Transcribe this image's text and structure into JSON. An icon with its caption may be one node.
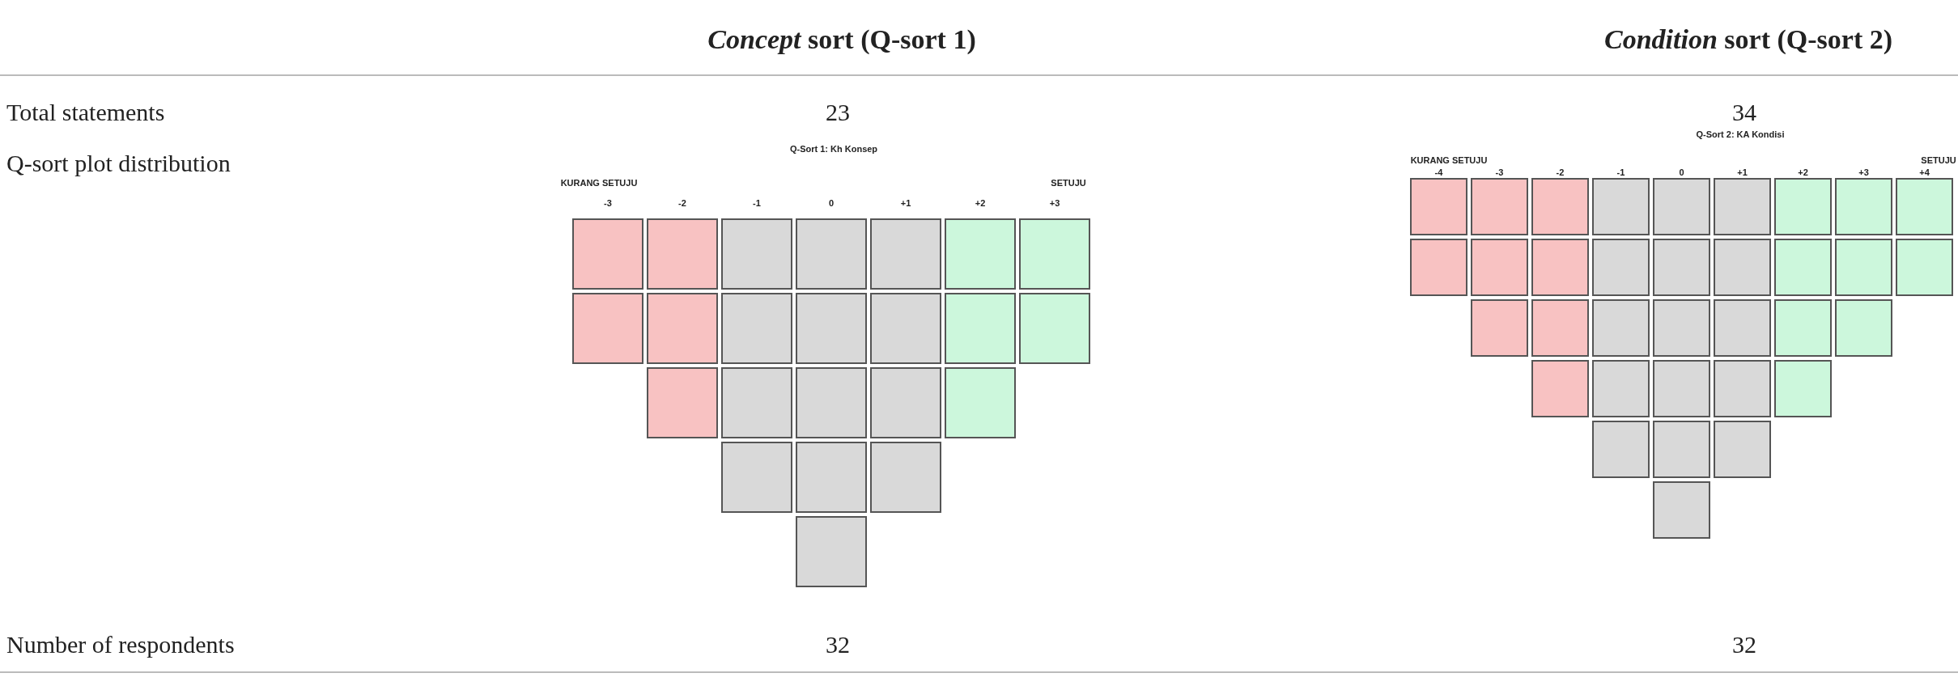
{
  "diagram": {
    "labels": [
      "*Concept* sort (Q-sort 1)",
      "*Condition* sort (Q-sort 2)",
      "Total statements",
      "23",
      "34",
      "Q-sort plot distribution",
      "Q-Sort 1: Kh Konsep",
      "KURANG SETUJU",
      "SETUJU",
      "-3",
      "-2",
      "-1",
      "0",
      "+1",
      "+2",
      "+3",
      "Q-Sort 2: KA Kondisi",
      "KURANG SETUJU",
      "SETUJU",
      "-4",
      "-3",
      "-2",
      "-1",
      "0",
      "+1",
      "+2",
      "+3",
      "+4",
      "Number of respondents",
      "32",
      "32"
    ]
  }
}
